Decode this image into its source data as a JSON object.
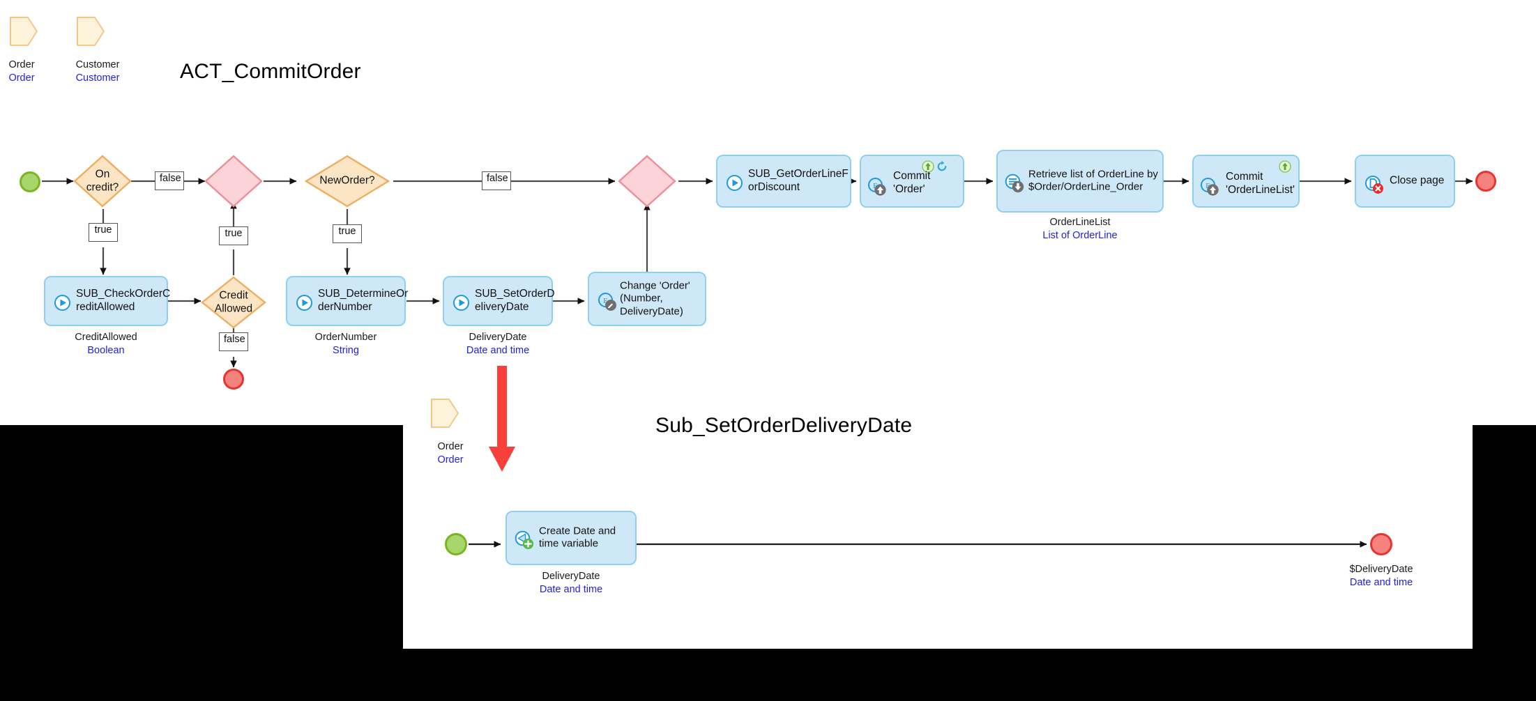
{
  "upper_flow": {
    "title": "ACT_CommitOrder",
    "parameters": [
      {
        "name": "Order",
        "type": "Order"
      },
      {
        "name": "Customer",
        "type": "Customer"
      }
    ],
    "start_event": "start-event",
    "end_events": [
      "end-event-main",
      "end-event-credit-denied"
    ],
    "gateways": [
      {
        "id": "on-credit",
        "label": "On\ncredit?",
        "style": "decision"
      },
      {
        "id": "merge-credit",
        "label": "",
        "style": "merge"
      },
      {
        "id": "new-order",
        "label": "NewOrder?",
        "style": "decision"
      },
      {
        "id": "merge-order",
        "label": "",
        "style": "merge"
      },
      {
        "id": "credit-allowed",
        "label": "Credit\nAllowed",
        "style": "decision"
      }
    ],
    "activities": [
      {
        "id": "sub-check-order-credit-allowed",
        "label": "SUB_CheckOrderC\nreditAllowed",
        "icon": "call-microflow-icon",
        "caption": "CreditAllowed",
        "caption_type": "Boolean"
      },
      {
        "id": "sub-determine-order-number",
        "label": "SUB_DetermineOr\nderNumber",
        "icon": "call-microflow-icon",
        "caption": "OrderNumber",
        "caption_type": "String"
      },
      {
        "id": "sub-set-order-delivery-date",
        "label": "SUB_SetOrderD\neliveryDate",
        "icon": "call-microflow-icon",
        "caption": "DeliveryDate",
        "caption_type": "Date and time"
      },
      {
        "id": "change-order",
        "label": "Change 'Order'\n(Number,\nDeliveryDate)",
        "icon": "change-object-icon",
        "caption": "",
        "caption_type": ""
      },
      {
        "id": "sub-get-order-line-for-discount",
        "label": "SUB_GetOrderLineF\norDiscount",
        "icon": "call-microflow-icon",
        "caption": "",
        "caption_type": ""
      },
      {
        "id": "commit-order",
        "label": "Commit 'Order'",
        "icon": "commit-object-icon",
        "badges": [
          "commit-arrow-up-icon",
          "refresh-icon"
        ],
        "caption": "",
        "caption_type": ""
      },
      {
        "id": "retrieve-order-line-list",
        "label": "Retrieve list of OrderLine by\n$Order/OrderLine_Order",
        "icon": "retrieve-list-icon",
        "caption": "OrderLineList",
        "caption_type": "List of OrderLine"
      },
      {
        "id": "commit-order-line-list",
        "label": "Commit\n'OrderLineList'",
        "icon": "commit-object-icon",
        "badges": [
          "commit-arrow-up-icon"
        ],
        "caption": "",
        "caption_type": ""
      },
      {
        "id": "close-page",
        "label": "Close page",
        "icon": "close-page-icon",
        "caption": "",
        "caption_type": ""
      }
    ],
    "flow_conditions": [
      {
        "id": "on-credit-true",
        "label": "true"
      },
      {
        "id": "on-credit-false",
        "label": "false"
      },
      {
        "id": "credit-allowed-true",
        "label": "true"
      },
      {
        "id": "credit-allowed-false",
        "label": "false"
      },
      {
        "id": "new-order-true",
        "label": "true"
      },
      {
        "id": "new-order-false",
        "label": "false"
      }
    ]
  },
  "annotation": {
    "arrow": "red-down-arrow-icon",
    "color": "#f8403a"
  },
  "lower_flow": {
    "title": "Sub_SetOrderDeliveryDate",
    "parameters": [
      {
        "name": "Order",
        "type": "Order"
      }
    ],
    "activities": [
      {
        "id": "create-date-time-variable",
        "label": "Create Date and\ntime variable",
        "icon": "create-variable-icon",
        "caption": "DeliveryDate",
        "caption_type": "Date and time"
      }
    ],
    "end_caption": "$DeliveryDate",
    "end_caption_type": "Date and time"
  },
  "colors": {
    "activity_fill": "#cfe8f7",
    "activity_border": "#8fd0f0",
    "decision_fill": "#fce5c4",
    "decision_border": "#f0ad5e",
    "merge_fill": "#fad4d8",
    "merge_border": "#ef8d98",
    "start_fill": "#a9d66c",
    "start_border": "#7ab51d",
    "end_fill": "#f4827f",
    "end_border": "#e8332f",
    "param_fill": "#fdf3da",
    "param_border": "#f3c98b",
    "type_text": "#2222dd",
    "annotation": "#f8403a"
  }
}
